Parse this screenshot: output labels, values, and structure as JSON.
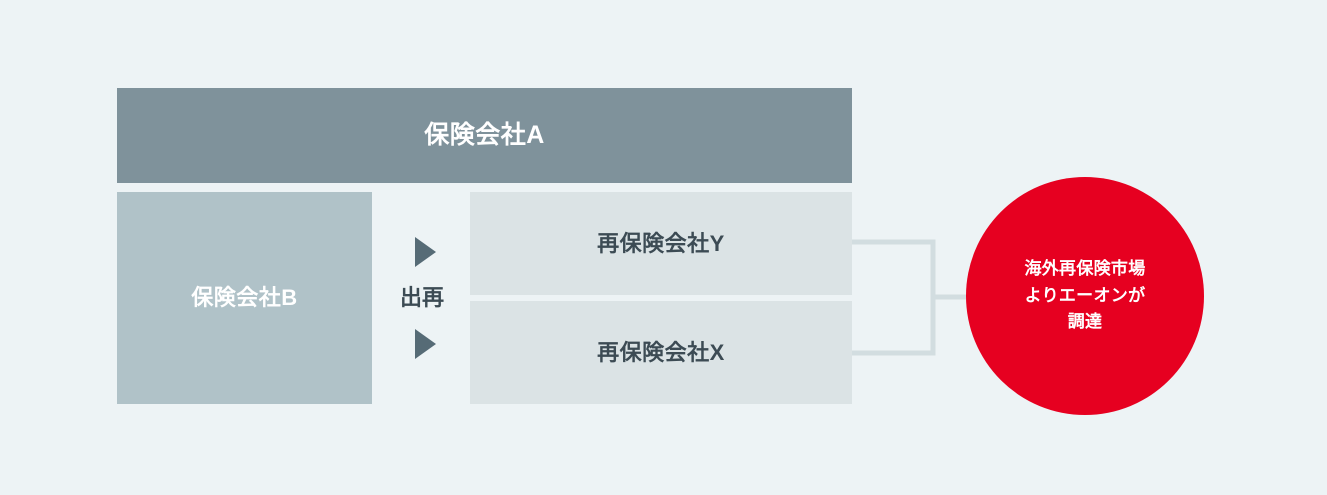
{
  "diagram": {
    "background_color": "#edf3f5",
    "insurer_a": {
      "label": "保険会社A",
      "fill": "#7f929b",
      "text_color": "#ffffff"
    },
    "insurer_b": {
      "label": "保険会社B",
      "fill": "#b0c2c8",
      "text_color": "#ffffff"
    },
    "cession": {
      "label": "出再",
      "text_color": "#3c4b54",
      "arrow_color": "#566b76",
      "arrow_top_icon": "triangle-right-icon",
      "arrow_bottom_icon": "triangle-right-icon"
    },
    "reinsurers": [
      {
        "label": "再保険会社Y",
        "fill": "#dbe3e5",
        "text_color": "#3c4b54"
      },
      {
        "label": "再保険会社X",
        "fill": "#dbe3e5",
        "text_color": "#3c4b54"
      }
    ],
    "connector": {
      "icon": "bracket-connector-icon",
      "stroke": "#d2dde0"
    },
    "market_circle": {
      "fill": "#e60020",
      "text_color": "#ffffff",
      "lines": [
        "海外再保険市場",
        "よりエーオンが",
        "調達"
      ]
    }
  }
}
